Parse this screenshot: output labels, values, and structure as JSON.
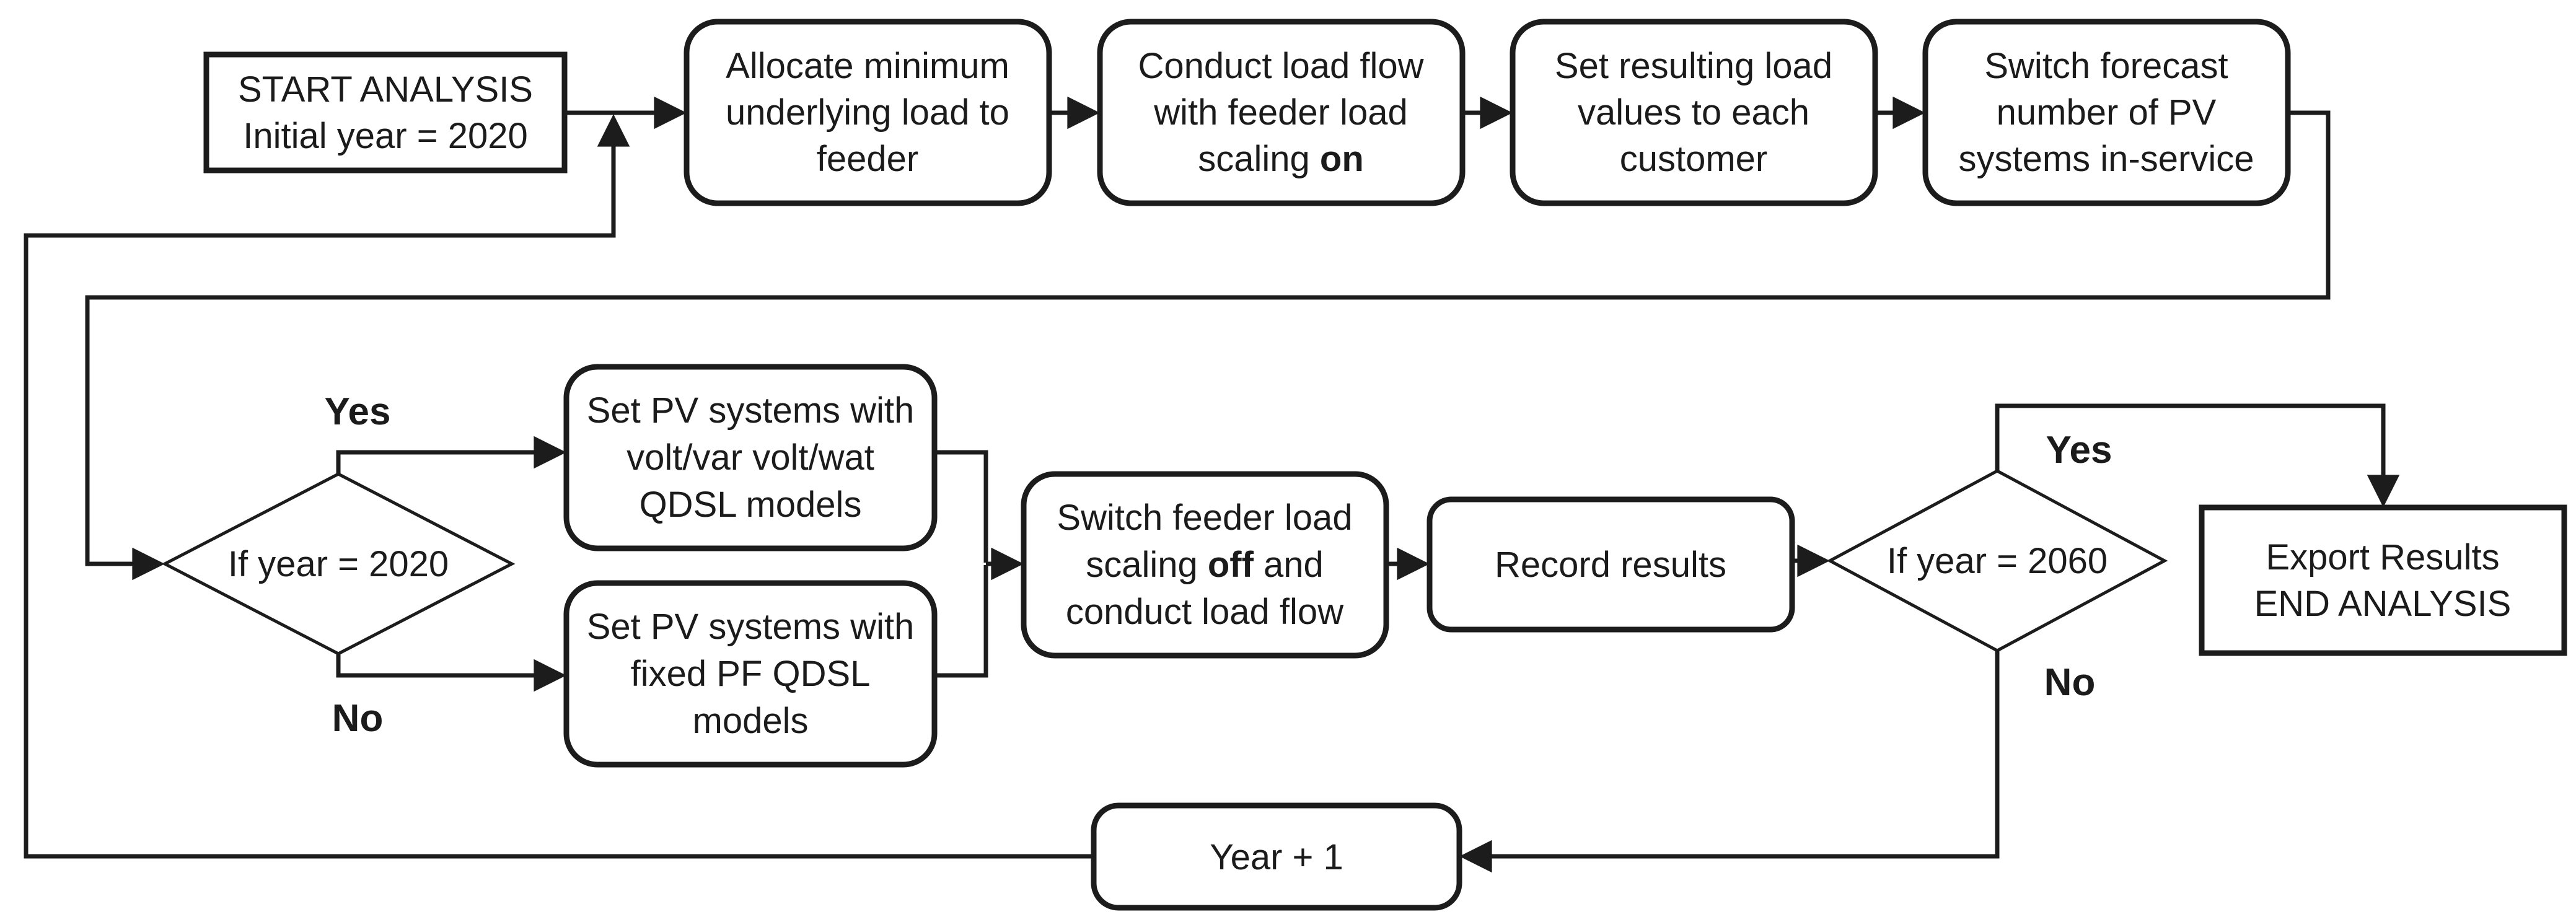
{
  "style": {
    "background": "#ffffff",
    "ink": "#1c1c1c",
    "text": "#1b1b1b"
  },
  "nodes": {
    "start": {
      "type": "terminator",
      "lines": [
        "START ANALYSIS",
        "Initial year = 2020"
      ]
    },
    "allocate": {
      "type": "process",
      "lines": [
        "Allocate minimum",
        "underlying load to",
        "feeder"
      ]
    },
    "load_flow_on": {
      "type": "process",
      "line1": "Conduct load flow",
      "line2": "with feeder load",
      "line3_pre": "scaling ",
      "line3_bold": "on"
    },
    "set_load": {
      "type": "process",
      "lines": [
        "Set resulting load",
        "values to each",
        "customer"
      ]
    },
    "switch_pv": {
      "type": "process",
      "lines": [
        "Switch forecast",
        "number of PV",
        "systems in-service"
      ]
    },
    "if_2020": {
      "type": "decision",
      "label": "If year = 2020"
    },
    "volt_var": {
      "type": "process",
      "lines": [
        "Set PV systems with",
        "volt/var volt/wat",
        "QDSL models"
      ]
    },
    "fixed_pf": {
      "type": "process",
      "lines": [
        "Set PV systems with",
        "fixed PF QDSL",
        "models"
      ]
    },
    "scaling_off": {
      "type": "process",
      "line1": "Switch feeder load",
      "line2_pre": "scaling ",
      "line2_bold": "off",
      "line2_post": " and",
      "line3": "conduct load flow"
    },
    "record": {
      "type": "process",
      "label": "Record results"
    },
    "if_2060": {
      "type": "decision",
      "label": "If year = 2060"
    },
    "export": {
      "type": "terminator",
      "lines": [
        "Export Results",
        "END ANALYSIS"
      ]
    },
    "year_plus": {
      "type": "process",
      "label": "Year + 1"
    }
  },
  "edge_labels": {
    "yes_2020": "Yes",
    "no_2020": "No",
    "yes_2060": "Yes",
    "no_2060": "No"
  }
}
